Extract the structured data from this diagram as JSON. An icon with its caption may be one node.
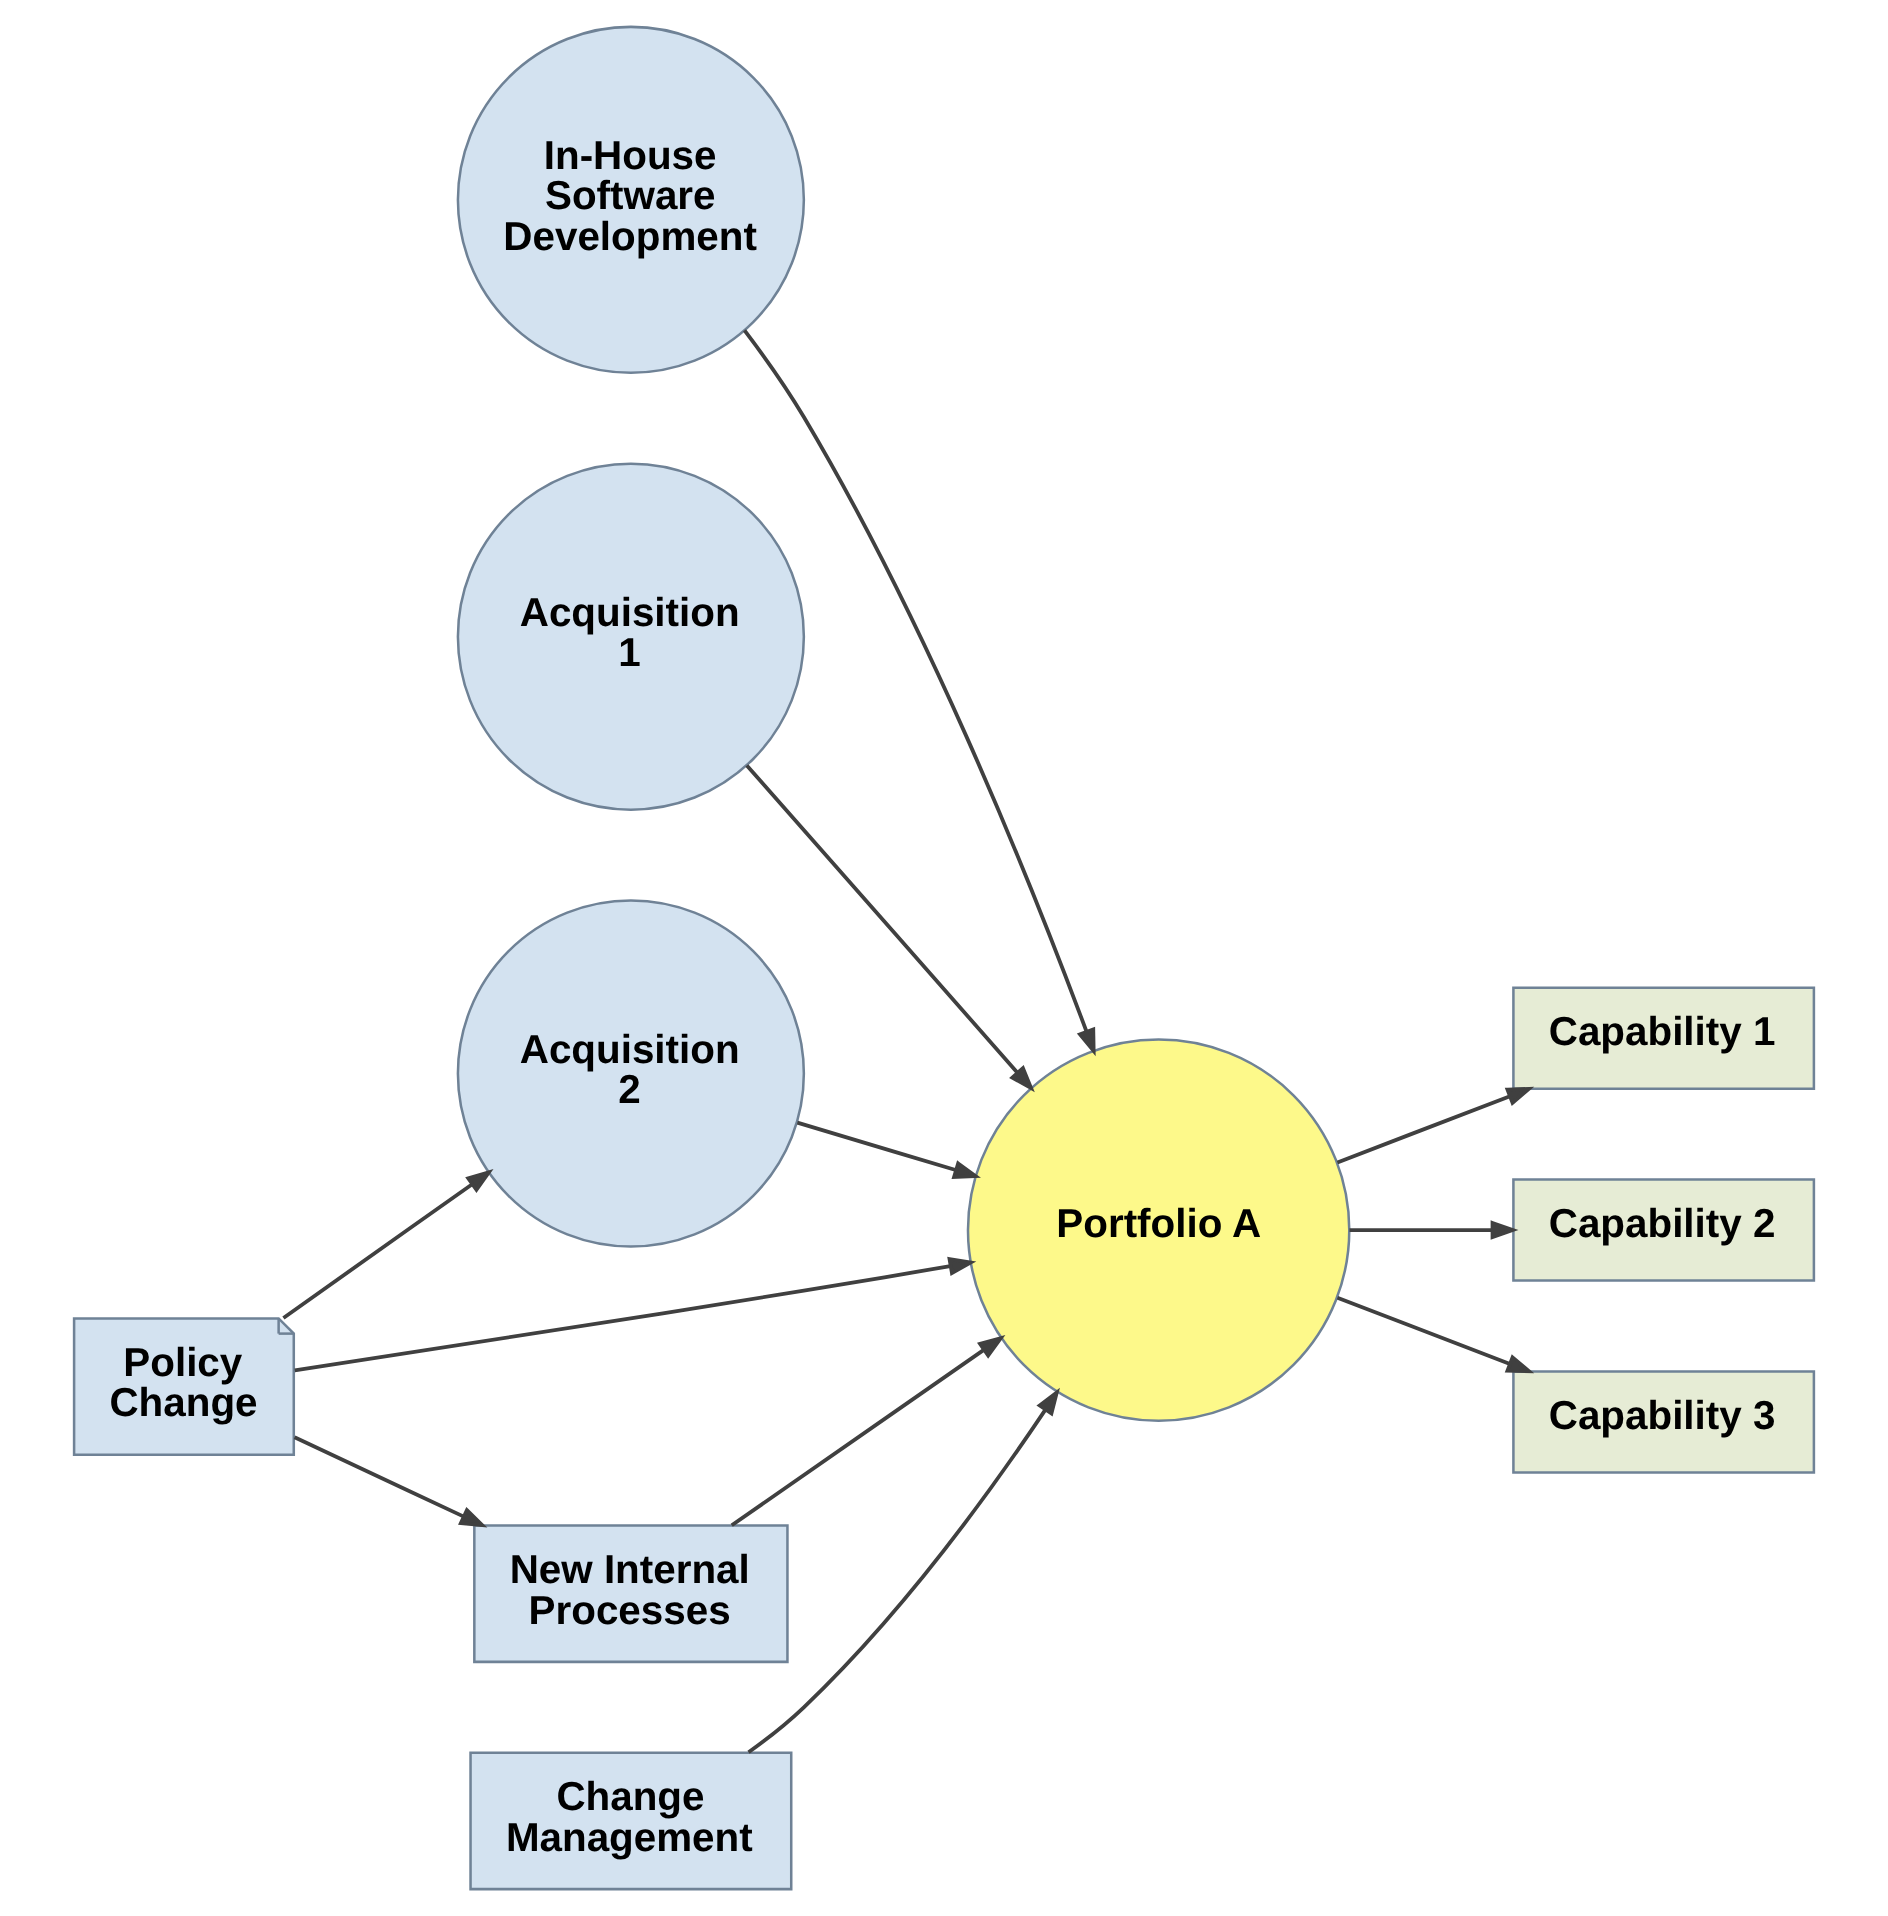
{
  "diagram": {
    "nodes": [
      {
        "text": [
          "In-House Software Development"
        ]
      },
      {
        "text": [
          "Acquisition 1"
        ]
      },
      {
        "text": [
          "Acquisition 2"
        ]
      },
      {
        "text": [
          "Portfolio A"
        ]
      },
      {
        "text": [
          "Capability 1"
        ]
      },
      {
        "text": [
          "Capability 2"
        ]
      },
      {
        "text": [
          "Capability 3"
        ]
      },
      {
        "text": [
          "Policy Change"
        ]
      },
      {
        "text": [
          "New Internal Processes"
        ]
      },
      {
        "text": [
          "Change Management"
        ]
      }
    ],
    "edges": [
      {
        "from": 0,
        "to": 3,
        "arrow": "to"
      },
      {
        "from": 1,
        "to": 3,
        "arrow": "to"
      },
      {
        "from": 2,
        "to": 3,
        "arrow": "to"
      },
      {
        "from": 7,
        "to": 2,
        "arrow": "to"
      },
      {
        "from": 7,
        "to": 3,
        "arrow": "to"
      },
      {
        "from": 7,
        "to": 8,
        "arrow": "to"
      },
      {
        "from": 8,
        "to": 3,
        "arrow": "to"
      },
      {
        "from": 9,
        "to": 3,
        "arrow": "to"
      },
      {
        "from": 3,
        "to": 4,
        "arrow": "to"
      },
      {
        "from": 3,
        "to": 5,
        "arrow": "to"
      },
      {
        "from": 3,
        "to": 6,
        "arrow": "to"
      }
    ]
  }
}
